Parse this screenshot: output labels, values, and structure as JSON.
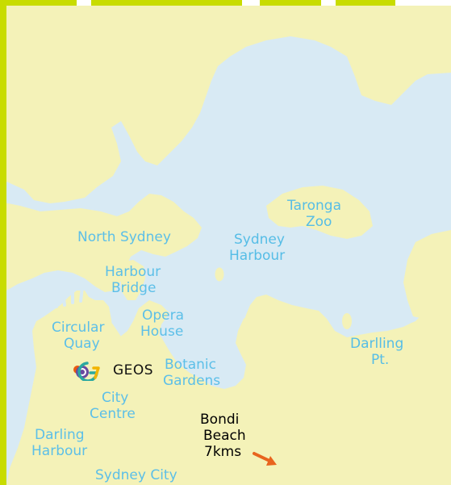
{
  "map": {
    "colors": {
      "land": "#f4f2b8",
      "water": "#d8eaf4",
      "water_label": "#56bde6",
      "border": "#c8dc00",
      "marker": "#e85a10",
      "arrow": "#e8641e"
    },
    "labels": {
      "taronga": "Taronga",
      "zoo": "Zoo",
      "north_sydney": "North Sydney",
      "sydney": "Sydney",
      "harbour": "Harbour",
      "harbour_word": "Harbour",
      "bridge": "Bridge",
      "opera": "Opera",
      "house": "House",
      "circular": "Circular",
      "quay": "Quay",
      "darlling": "Darlling",
      "pt": "Pt.",
      "botanic": "Botanic",
      "gardens": "Gardens",
      "city": "City",
      "centre": "Centre",
      "darling": "Darling",
      "darling_harbour": "Harbour",
      "sydney_city": "Sydney City",
      "bondi": "Bondi",
      "beach": "Beach",
      "kms": "7kms"
    },
    "logo": {
      "text": "GEOS",
      "icon": "geos-logo-icon"
    },
    "markers": [
      {
        "name": "location-marker",
        "icon": "red-dot-icon"
      }
    ],
    "arrow_icon": "arrow-southeast-icon"
  }
}
